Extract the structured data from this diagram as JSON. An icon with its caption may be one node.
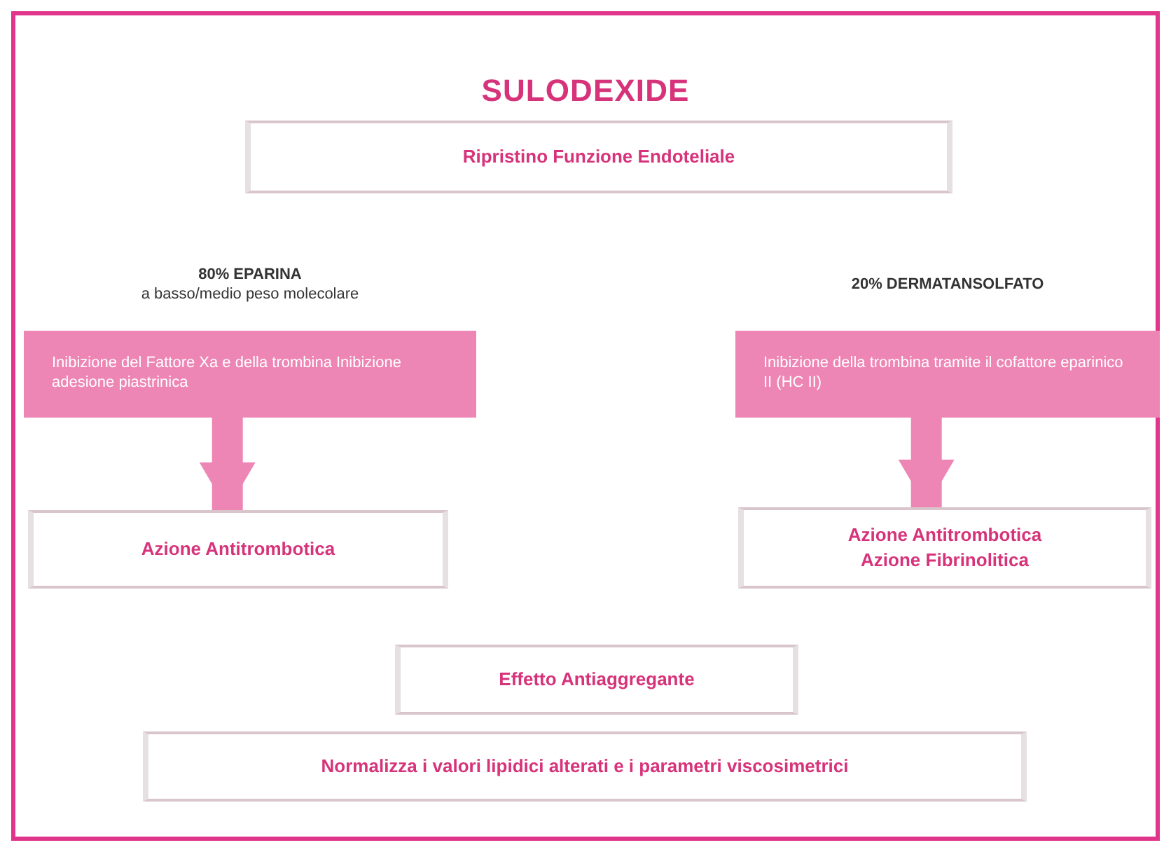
{
  "diagram": {
    "title": "SULODEXIDE",
    "nodes": [
      {
        "text": [
          "Ripristino Funzione Endoteliale"
        ]
      },
      {
        "text": [
          "80% EPARINA",
          "a basso/medio peso molecolare",
          "Inibizione del Fattore Xa e della trombina Inibizione adesione piastrinica"
        ]
      },
      {
        "text": [
          "20% DERMATANSOLFATO",
          "Inibizione della trombina tramite il cofattore eparinico II (HC II)"
        ]
      },
      {
        "text": [
          "Azione Antitrombotica"
        ]
      },
      {
        "text": [
          "Azione Antitrombotica",
          "Azione Fibrinolitica"
        ]
      },
      {
        "text": [
          "Effetto Antiaggregante"
        ]
      },
      {
        "text": [
          "Normalizza i valori lipidici alterati e i parametri viscosimetrici"
        ]
      }
    ],
    "edges": [
      {
        "from": 1,
        "to": 3,
        "arrow": "to"
      },
      {
        "from": 2,
        "to": 4,
        "arrow": "to"
      }
    ]
  }
}
